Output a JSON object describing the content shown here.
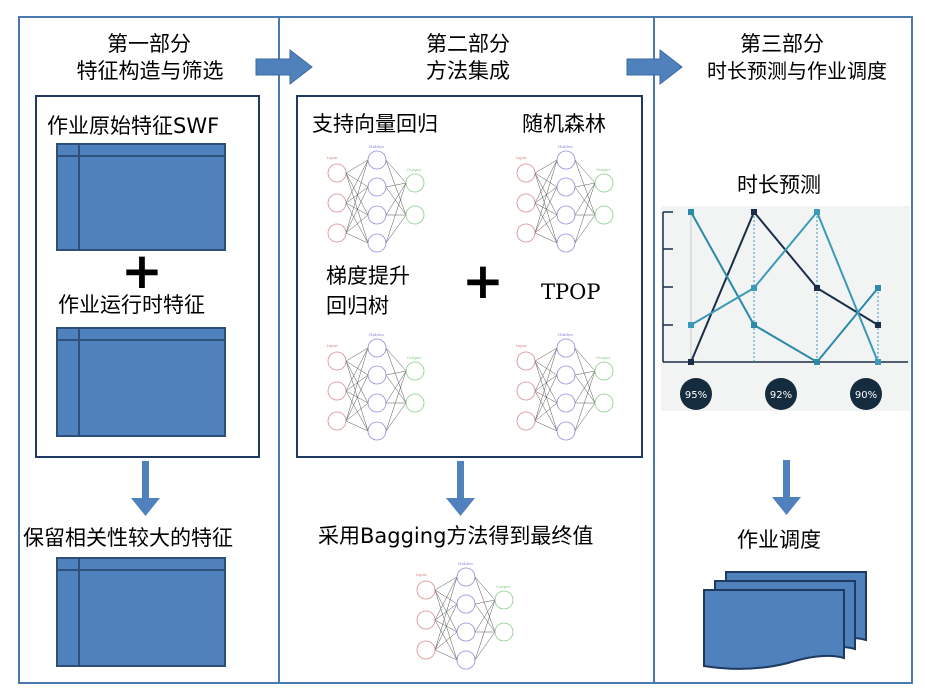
{
  "columns": [
    {
      "head_line1": "第一部分",
      "head_line2": "特征构造与筛选",
      "box_label_top": "作业原始特征SWF",
      "box_label_mid": "作业运行时特征",
      "plus": "+",
      "result": "保留相关性较大的特征"
    },
    {
      "head_line1": "第二部分",
      "head_line2": "方法集成",
      "svr": "支持向量回归",
      "rf": "随机森林",
      "gbrt_line1": "梯度提升",
      "gbrt_line2": "回归树",
      "plus": "+",
      "tpop": "TPOP",
      "result": "采用Bagging方法得到最终值"
    },
    {
      "head_line1": "第三部分",
      "head_line2": "时长预测与作业调度",
      "prediction_title": "时长预测",
      "percentages": [
        "95%",
        "92%",
        "90%"
      ],
      "result": "作业调度"
    }
  ],
  "nn_labels": {
    "input": "Input",
    "hidden": "Hidden",
    "output": "Output"
  },
  "colors": {
    "frame": "#4a7ab0",
    "table_fill": "#4f81bd",
    "table_stroke": "#2e4f7a",
    "arrow": "#4f81bd",
    "line_dark": "#1a2e48",
    "line_teal": "#2a8aa8",
    "line_teal2": "#3a9ab8",
    "badge": "#152b3e"
  }
}
